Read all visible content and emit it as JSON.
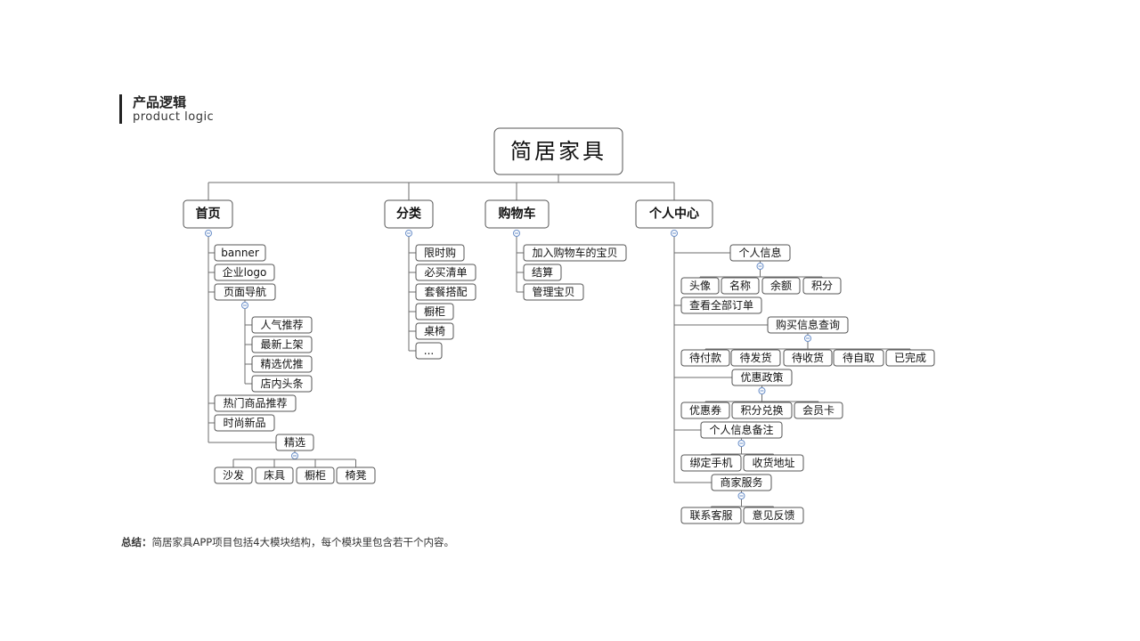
{
  "header": {
    "title_cn": "产品逻辑",
    "title_en": "product logic"
  },
  "summary": {
    "label": "总结：",
    "text": "简居家具APP项目包括4大模块结构，每个模块里包含若干个内容。"
  },
  "diagram": {
    "root": "简居家具",
    "branches": {
      "home": {
        "label": "首页",
        "items": [
          "banner",
          "企业logo",
          "页面导航"
        ],
        "nav_children": [
          "人气推荐",
          "最新上架",
          "精选优推",
          "店内头条"
        ],
        "more_items": [
          "热门商品推荐",
          "时尚新品"
        ],
        "featured": {
          "label": "精选",
          "children": [
            "沙发",
            "床具",
            "橱柜",
            "椅凳"
          ]
        }
      },
      "category": {
        "label": "分类",
        "items": [
          "限时购",
          "必买清单",
          "套餐搭配",
          "橱柜",
          "桌椅",
          "..."
        ]
      },
      "cart": {
        "label": "购物车",
        "items": [
          "加入购物车的宝贝",
          "结算",
          "管理宝贝"
        ]
      },
      "personal": {
        "label": "个人中心",
        "groups": [
          {
            "label": "个人信息",
            "children": [
              "头像",
              "名称",
              "余额",
              "积分"
            ]
          },
          {
            "label": "查看全部订单",
            "children": []
          },
          {
            "label": "购买信息查询",
            "children": [
              "待付款",
              "待发货",
              "待收货",
              "待自取",
              "已完成"
            ]
          },
          {
            "label": "优惠政策",
            "children": [
              "优惠券",
              "积分兑换",
              "会员卡"
            ]
          },
          {
            "label": "个人信息备注",
            "children": [
              "绑定手机",
              "收货地址"
            ]
          },
          {
            "label": "商家服务",
            "children": [
              "联系客服",
              "意见反馈"
            ]
          }
        ]
      }
    }
  }
}
